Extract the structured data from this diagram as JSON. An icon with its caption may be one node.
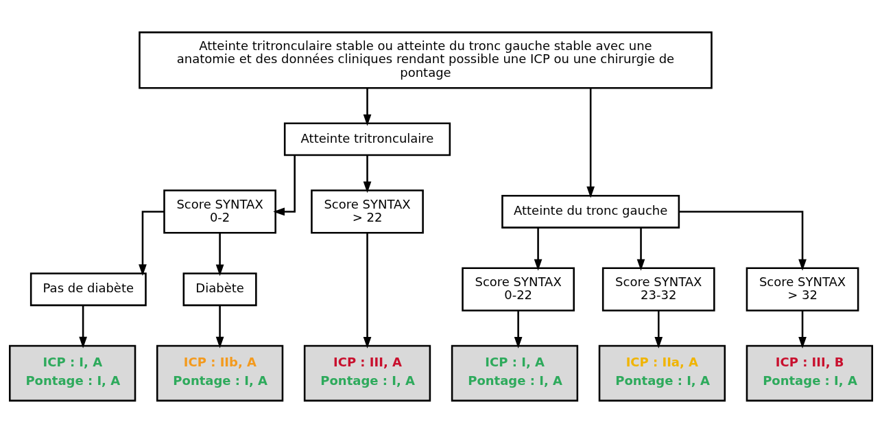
{
  "diagram": {
    "nodes": [
      {
        "text": [
          "Atteinte tritronculaire stable ou atteinte du tronc gauche stable avec une anatomie et des données cliniques rendant possible une ICP ou une chirurgie de pontage"
        ]
      },
      {
        "text": [
          "Atteinte tritronculaire"
        ]
      },
      {
        "text": [
          "Atteinte du tronc gauche"
        ]
      },
      {
        "text": [
          "Score SYNTAX 0-2"
        ]
      },
      {
        "text": [
          "Score SYNTAX > 22"
        ]
      },
      {
        "text": [
          "Score SYNTAX 0-22"
        ]
      },
      {
        "text": [
          "Score SYNTAX 23-32"
        ]
      },
      {
        "text": [
          "Score SYNTAX > 32"
        ]
      },
      {
        "text": [
          "Pas de diabète"
        ]
      },
      {
        "text": [
          "Diabète"
        ]
      },
      {
        "text": [
          "ICP : I, A",
          "Pontage : I, A"
        ]
      },
      {
        "text": [
          "ICP : IIb, A",
          "Pontage : I, A"
        ]
      },
      {
        "text": [
          "ICP : III, A",
          "Pontage : I, A"
        ]
      },
      {
        "text": [
          "ICP : I, A",
          "Pontage : I, A"
        ]
      },
      {
        "text": [
          "ICP : IIa, A",
          "Pontage : I, A"
        ]
      },
      {
        "text": [
          "ICP : III, B",
          "Pontage : I, A"
        ]
      }
    ],
    "edges": [
      {
        "from": 0,
        "to": 1,
        "arrow": "to"
      },
      {
        "from": 0,
        "to": 2,
        "arrow": "to"
      },
      {
        "from": 1,
        "to": 3,
        "arrow": "to"
      },
      {
        "from": 1,
        "to": 4,
        "arrow": "to"
      },
      {
        "from": 2,
        "to": 5,
        "arrow": "to"
      },
      {
        "from": 2,
        "to": 6,
        "arrow": "to"
      },
      {
        "from": 2,
        "to": 7,
        "arrow": "to"
      },
      {
        "from": 3,
        "to": 8,
        "arrow": "to"
      },
      {
        "from": 3,
        "to": 9,
        "arrow": "to"
      },
      {
        "from": 8,
        "to": 10,
        "arrow": "to"
      },
      {
        "from": 9,
        "to": 11,
        "arrow": "to"
      },
      {
        "from": 4,
        "to": 12,
        "arrow": "to"
      },
      {
        "from": 5,
        "to": 13,
        "arrow": "to"
      },
      {
        "from": 6,
        "to": 14,
        "arrow": "to"
      },
      {
        "from": 7,
        "to": 15,
        "arrow": "to"
      }
    ]
  }
}
